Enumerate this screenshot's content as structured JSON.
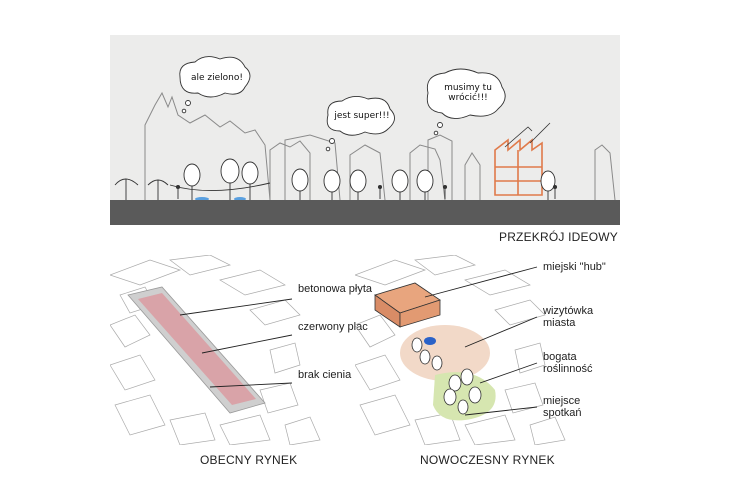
{
  "section_caption": "PRZEKRÓJ IDEOWY",
  "speech_bubbles": [
    {
      "text": "ale zielono!"
    },
    {
      "text": "jest super!!!"
    },
    {
      "text": "musimy tu wrócić!!!"
    }
  ],
  "current_market": {
    "caption": "OBECNY RYNEK",
    "labels": [
      "betonowa płyta",
      "czerwony plac",
      "brak cienia"
    ]
  },
  "modern_market": {
    "caption": "NOWOCZESNY RYNEK",
    "labels": [
      "miejski \"hub\"",
      "wizytówka miasta",
      "bogata roślinność",
      "miejsce spotkań"
    ]
  },
  "colors": {
    "sky": "#ececeb",
    "ground": "#5a5a5a",
    "red_square": "#d9a3a8",
    "hub": "#e8a57e",
    "greenery": "#d6e6b0",
    "peach_zone": "#f2d9c8",
    "fountain": "#2a62c8"
  }
}
